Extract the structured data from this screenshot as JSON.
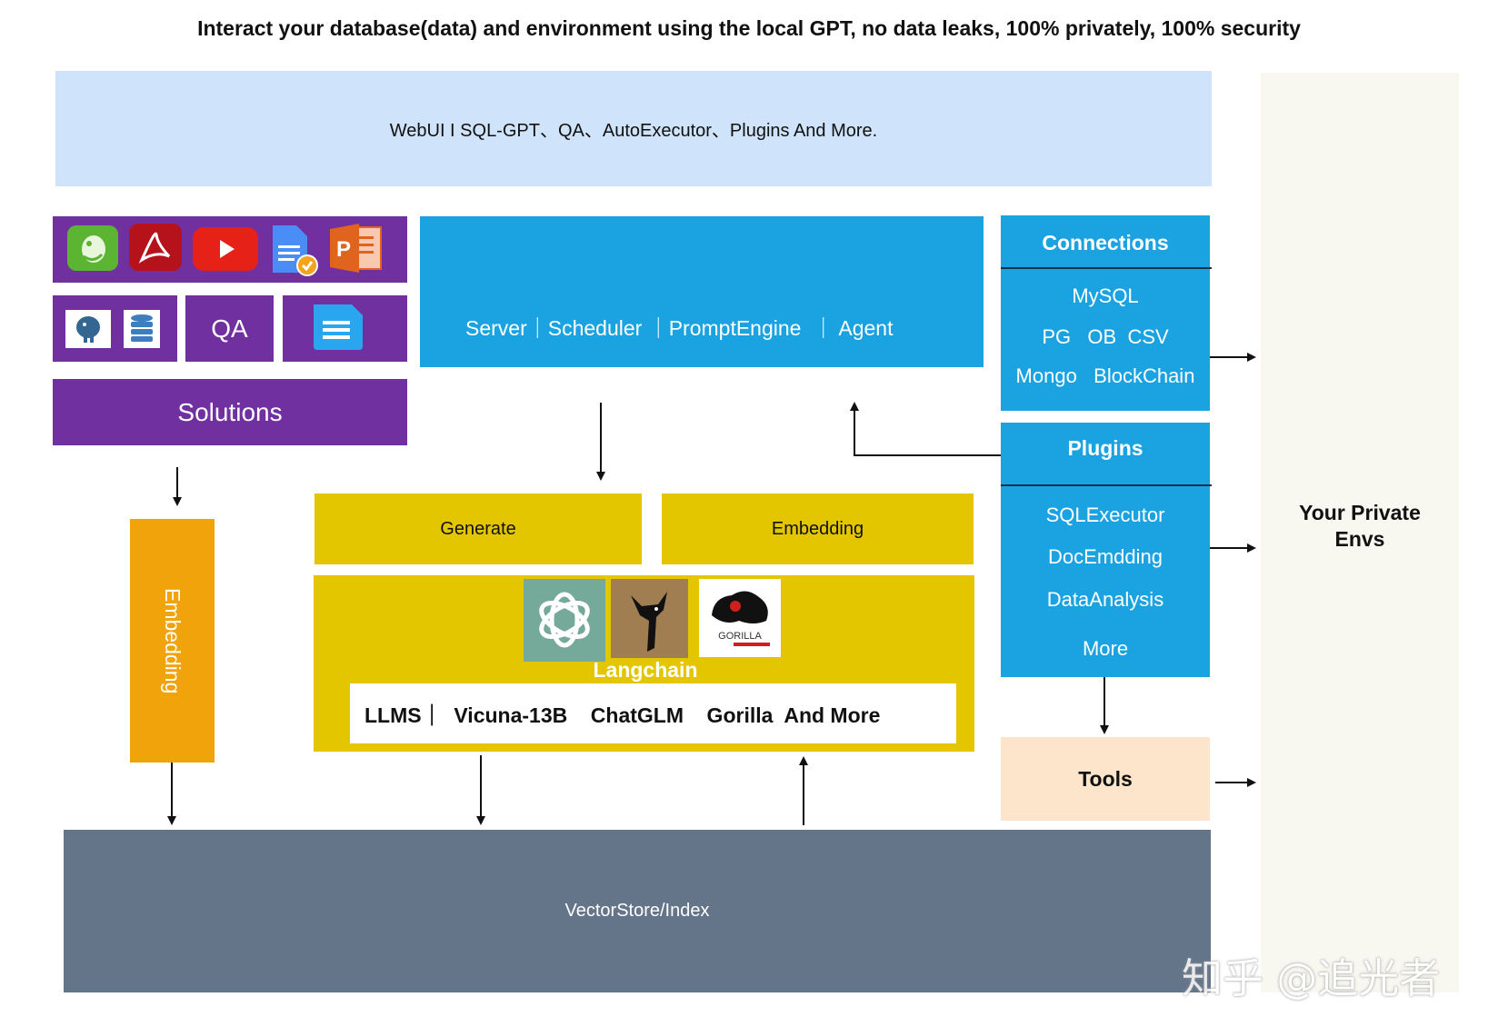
{
  "title": "Interact your database(data) and environment using the local GPT, no data leaks, 100% privately, 100% security",
  "webui": "WebUI I SQL-GPT、QA、AutoExecutor、Plugins And More.",
  "solutions": {
    "qa_label": "QA",
    "label": "Solutions",
    "icons": [
      "evernote-icon",
      "pdf-icon",
      "youtube-icon",
      "document-icon",
      "powerpoint-icon",
      "postgresql-icon",
      "database-icon",
      "notes-icon"
    ]
  },
  "server": "Server｜Scheduler ｜PromptEngine  ｜ Agent",
  "connections": {
    "header": "Connections",
    "row1": "MySQL",
    "row2": "PG   OB  CSV",
    "row3": "Mongo   BlockChain"
  },
  "plugins": {
    "header": "Plugins",
    "items": [
      "SQLExecutor",
      "DocEmdding",
      "DataAnalysis",
      "More"
    ]
  },
  "generate": "Generate",
  "embedding_top": "Embedding",
  "langchain": {
    "label": "Langchain",
    "llms": "LLMS｜  Vicuna-13B    ChatGLM    Gorilla  And More",
    "logos": [
      "openai-logo",
      "vicuna-logo",
      "gorilla-logo"
    ],
    "gorilla_caption": "GORILLA"
  },
  "embedding_side": "Embedding",
  "tools": "Tools",
  "vectorstore": "VectorStore/Index",
  "private_envs": {
    "line1": "Your Private",
    "line2": "Envs"
  },
  "watermark": "知乎 @追光者",
  "colors": {
    "webui": "#cfe3fb",
    "purple": "#7030a0",
    "blue": "#1ba2e1",
    "yellow": "#e3c600",
    "orange": "#f0a30a",
    "tools": "#fde5cc",
    "vector": "#657589",
    "private": "#f8f7f0"
  }
}
